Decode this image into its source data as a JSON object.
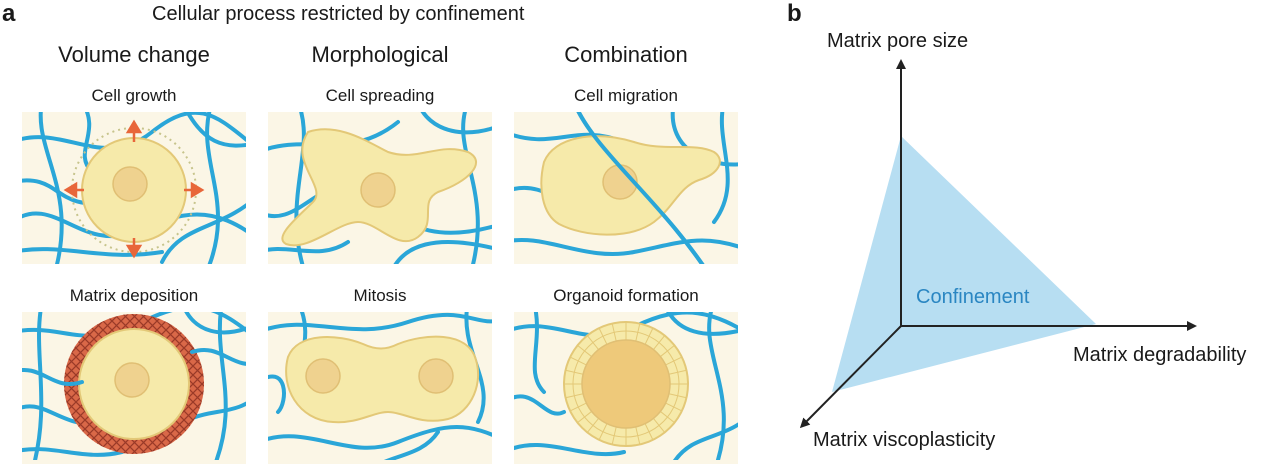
{
  "panel_a": {
    "letter": "a",
    "title": "Cellular process restricted by confinement",
    "columns": [
      "Volume change",
      "Morphological",
      "Combination"
    ],
    "captions": {
      "cell_growth": "Cell growth",
      "cell_spreading": "Cell spreading",
      "cell_migration": "Cell migration",
      "matrix_deposition": "Matrix deposition",
      "mitosis": "Mitosis",
      "organoid_formation": "Organoid formation"
    }
  },
  "panel_b": {
    "letter": "b",
    "axes": {
      "vertical": "Matrix pore size",
      "horizontal": "Matrix degradability",
      "depth": "Matrix viscoplasticity"
    },
    "region_label": "Confinement"
  },
  "colors": {
    "fiber": "#2aa6d8",
    "tile_bg": "#fbf6e6",
    "cell_fill": "#f6eaaa",
    "cell_edge": "#e3c877",
    "nucleus": "#efd28f",
    "arrow": "#e8663a",
    "matrix_ring": "#d96848",
    "confinement_fill": "#b7def2",
    "confinement_text": "#2a86c2",
    "axis": "#222222"
  }
}
